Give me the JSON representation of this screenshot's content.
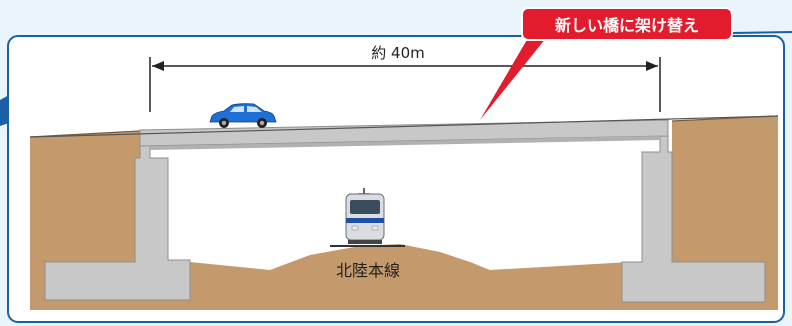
{
  "span_label": "約 40m",
  "callout_label": "新しい橋に架け替え",
  "rail_line_label": "北陸本線",
  "colors": {
    "background": "#eaf4fb",
    "frame_border": "#1b5fa8",
    "earth": "#c49a6c",
    "concrete": "#c8c8c8",
    "callout": "#e21b2d",
    "car": "#1f6fd6",
    "train_body": "#d9dde2",
    "train_stripe": "#1e4fa3"
  },
  "icons": [
    "car-icon",
    "train-icon"
  ]
}
